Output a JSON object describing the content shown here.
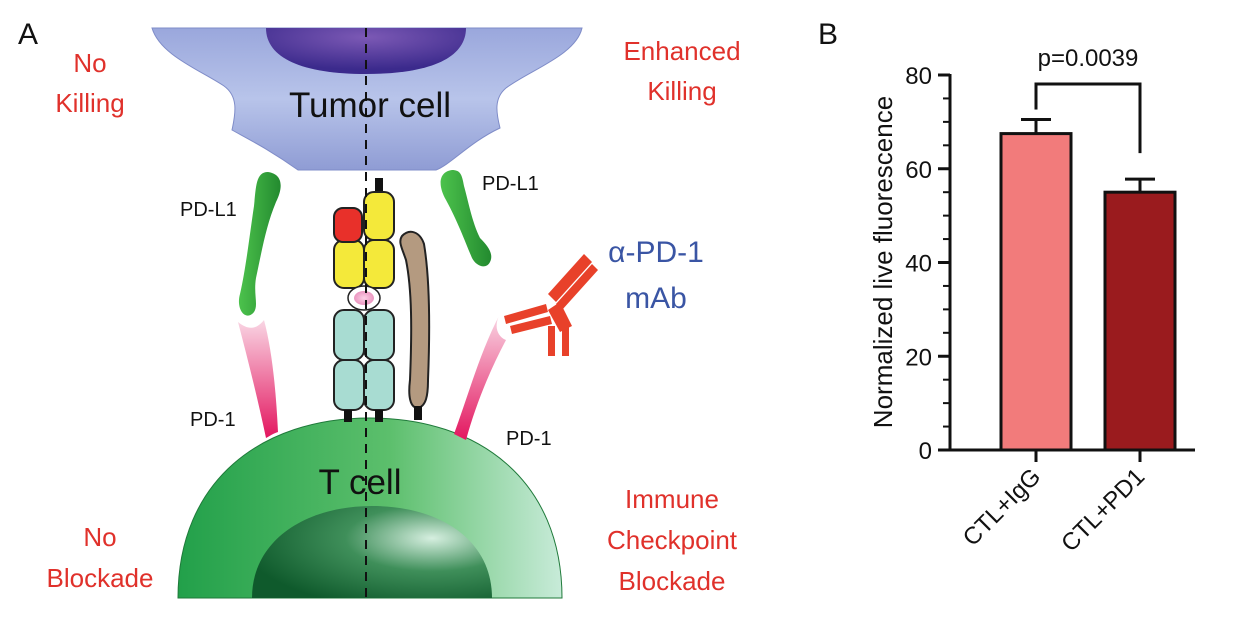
{
  "panel_a": {
    "letter": "A",
    "tumor_cell": "Tumor cell",
    "t_cell": "T cell",
    "left_top_line1": "No",
    "left_top_line2": "Killing",
    "right_top_line1": "Enhanced",
    "right_top_line2": "Killing",
    "left_bottom_line1": "No",
    "left_bottom_line2": "Blockade",
    "right_bottom_line1": "Immune",
    "right_bottom_line2": "Checkpoint",
    "right_bottom_line3": "Blockade",
    "pdl1_left": "PD-L1",
    "pdl1_right": "PD-L1",
    "pd1_left": "PD-1",
    "pd1_right": "PD-1",
    "antibody_line1": "α-PD-1",
    "antibody_line2": "mAb",
    "colors": {
      "label_red": "#e0312b",
      "antibody_blue": "#3a55a4",
      "tumor": "#a7b3e0",
      "tcell": "#3fae5a",
      "pdl1": "#3fae3f",
      "pd1": "#e6336f",
      "mhc_yellow": "#f4e93a",
      "tcr_teal": "#a8dcd2",
      "coreceptor": "#b49a80"
    }
  },
  "panel_b": {
    "letter": "B",
    "pvalue": "p=0.0039"
  },
  "chart_data": {
    "type": "bar",
    "categories": [
      "CTL+IgG",
      "CTL+PD1"
    ],
    "values": [
      67.5,
      55.0
    ],
    "errors": [
      3.0,
      2.8
    ],
    "bar_colors": [
      "#f27b7b",
      "#9a1b1e"
    ],
    "title": "",
    "xlabel": "",
    "ylabel": "Normalized live fluorescence",
    "ylim": [
      0,
      80
    ],
    "yticks": [
      0,
      20,
      40,
      60,
      80
    ],
    "grid": false,
    "annotation": "p=0.0039"
  }
}
